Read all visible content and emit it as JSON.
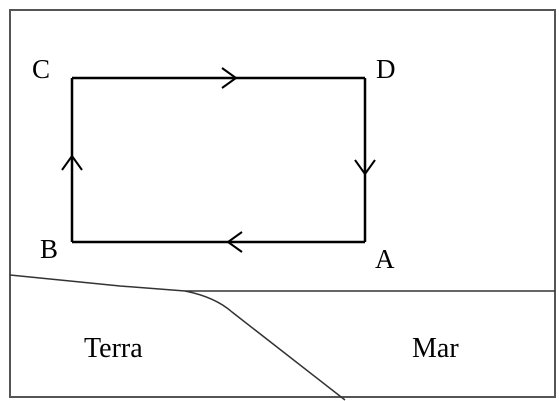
{
  "diagram": {
    "vertices": {
      "a": "A",
      "b": "B",
      "c": "C",
      "d": "D"
    },
    "regions": {
      "land": "Terra",
      "sea": "Mar"
    },
    "circulation_order": [
      "A",
      "B",
      "C",
      "D",
      "A"
    ]
  },
  "colors": {
    "line": "#000000",
    "border": "#555555",
    "background": "#ffffff"
  }
}
